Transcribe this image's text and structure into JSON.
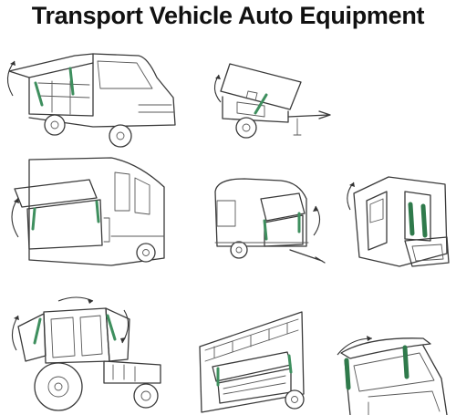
{
  "page": {
    "title": "Transport Vehicle Auto Equipment"
  },
  "colors": {
    "gas_spring": "#3e8f5e",
    "line_art": "#3a3a3a",
    "background": "#ffffff"
  },
  "illustrations": [
    "food-truck-side-hatch",
    "trailer-lid",
    "bus-rear-door",
    "caravan-rear-hatch",
    "vehicle-wheelchair-lift-door",
    "tractor-cab-doors",
    "bus-luggage-compartment",
    "car-tailgate"
  ]
}
